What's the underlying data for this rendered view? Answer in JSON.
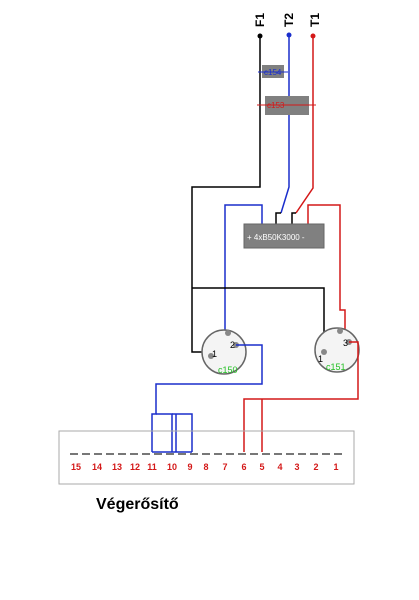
{
  "labels": {
    "f1": "F1",
    "t2": "T2",
    "t1": "T1",
    "c154": "c154",
    "c153": "c153",
    "bridge": "+ 4xB50K3000 -",
    "c150": "c150",
    "c151": "c151",
    "pin1_left": "1",
    "pin2_left": "2",
    "pin1_right": "1",
    "pin3_right": "3"
  },
  "amplifier_title": "Végerősítő",
  "terminals": [
    "15",
    "14",
    "13",
    "12",
    "11",
    "10",
    "9",
    "8",
    "7",
    "6",
    "5",
    "4",
    "3",
    "2",
    "1"
  ],
  "colors": {
    "black": "#000000",
    "blue": "#1a2ecc",
    "red": "#d41818",
    "component_gray": "#808080",
    "green_label": "#22c022"
  }
}
